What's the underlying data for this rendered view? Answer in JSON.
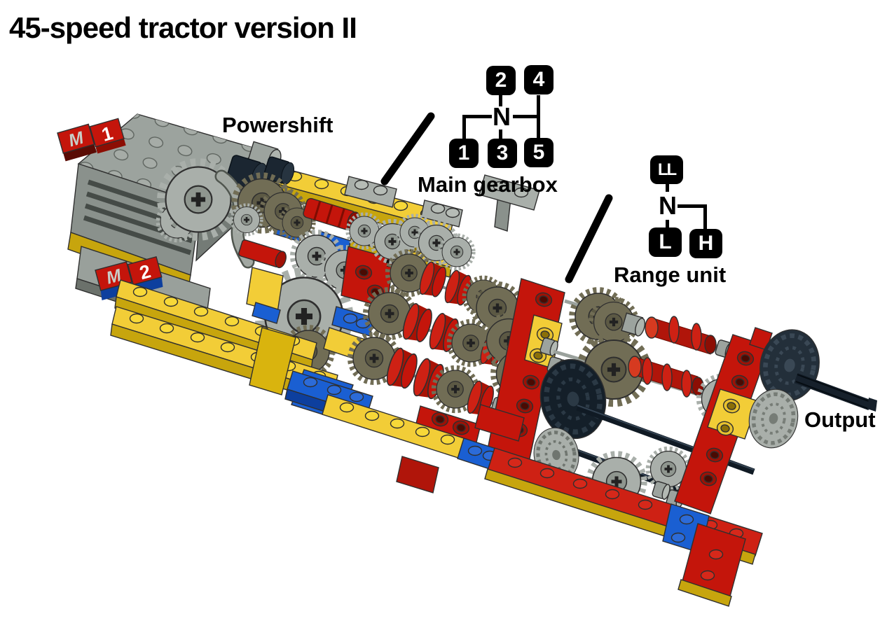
{
  "title": "45-speed tractor version II",
  "annotations": {
    "powershift": "Powershift",
    "main_gearbox": "Main gearbox",
    "range_unit": "Range unit",
    "output": "Output"
  },
  "motor_labels": {
    "m1": {
      "letter": "M",
      "digit": "1"
    },
    "m2": {
      "letter": "M",
      "digit": "2"
    }
  },
  "shift_patterns": {
    "main_gearbox": {
      "neutral": "N",
      "top_row": [
        "2",
        "4"
      ],
      "bottom_row": [
        "1",
        "3",
        "5"
      ]
    },
    "range_unit": {
      "neutral": "N",
      "top": "LL",
      "bottom_left": "L",
      "bottom_right": "H"
    }
  },
  "colors": {
    "background": "#FFFFFF",
    "text": "#000000",
    "shift_box": "#000000",
    "shift_box_text": "#FFFFFF",
    "lego_yellow": "#F2CD37",
    "lego_red": "#C91A09",
    "lego_blue": "#1A5FD2",
    "lego_light_gray": "#A9AFAA",
    "lego_dark_tan": "#716D55",
    "lego_black": "#1B2730"
  }
}
